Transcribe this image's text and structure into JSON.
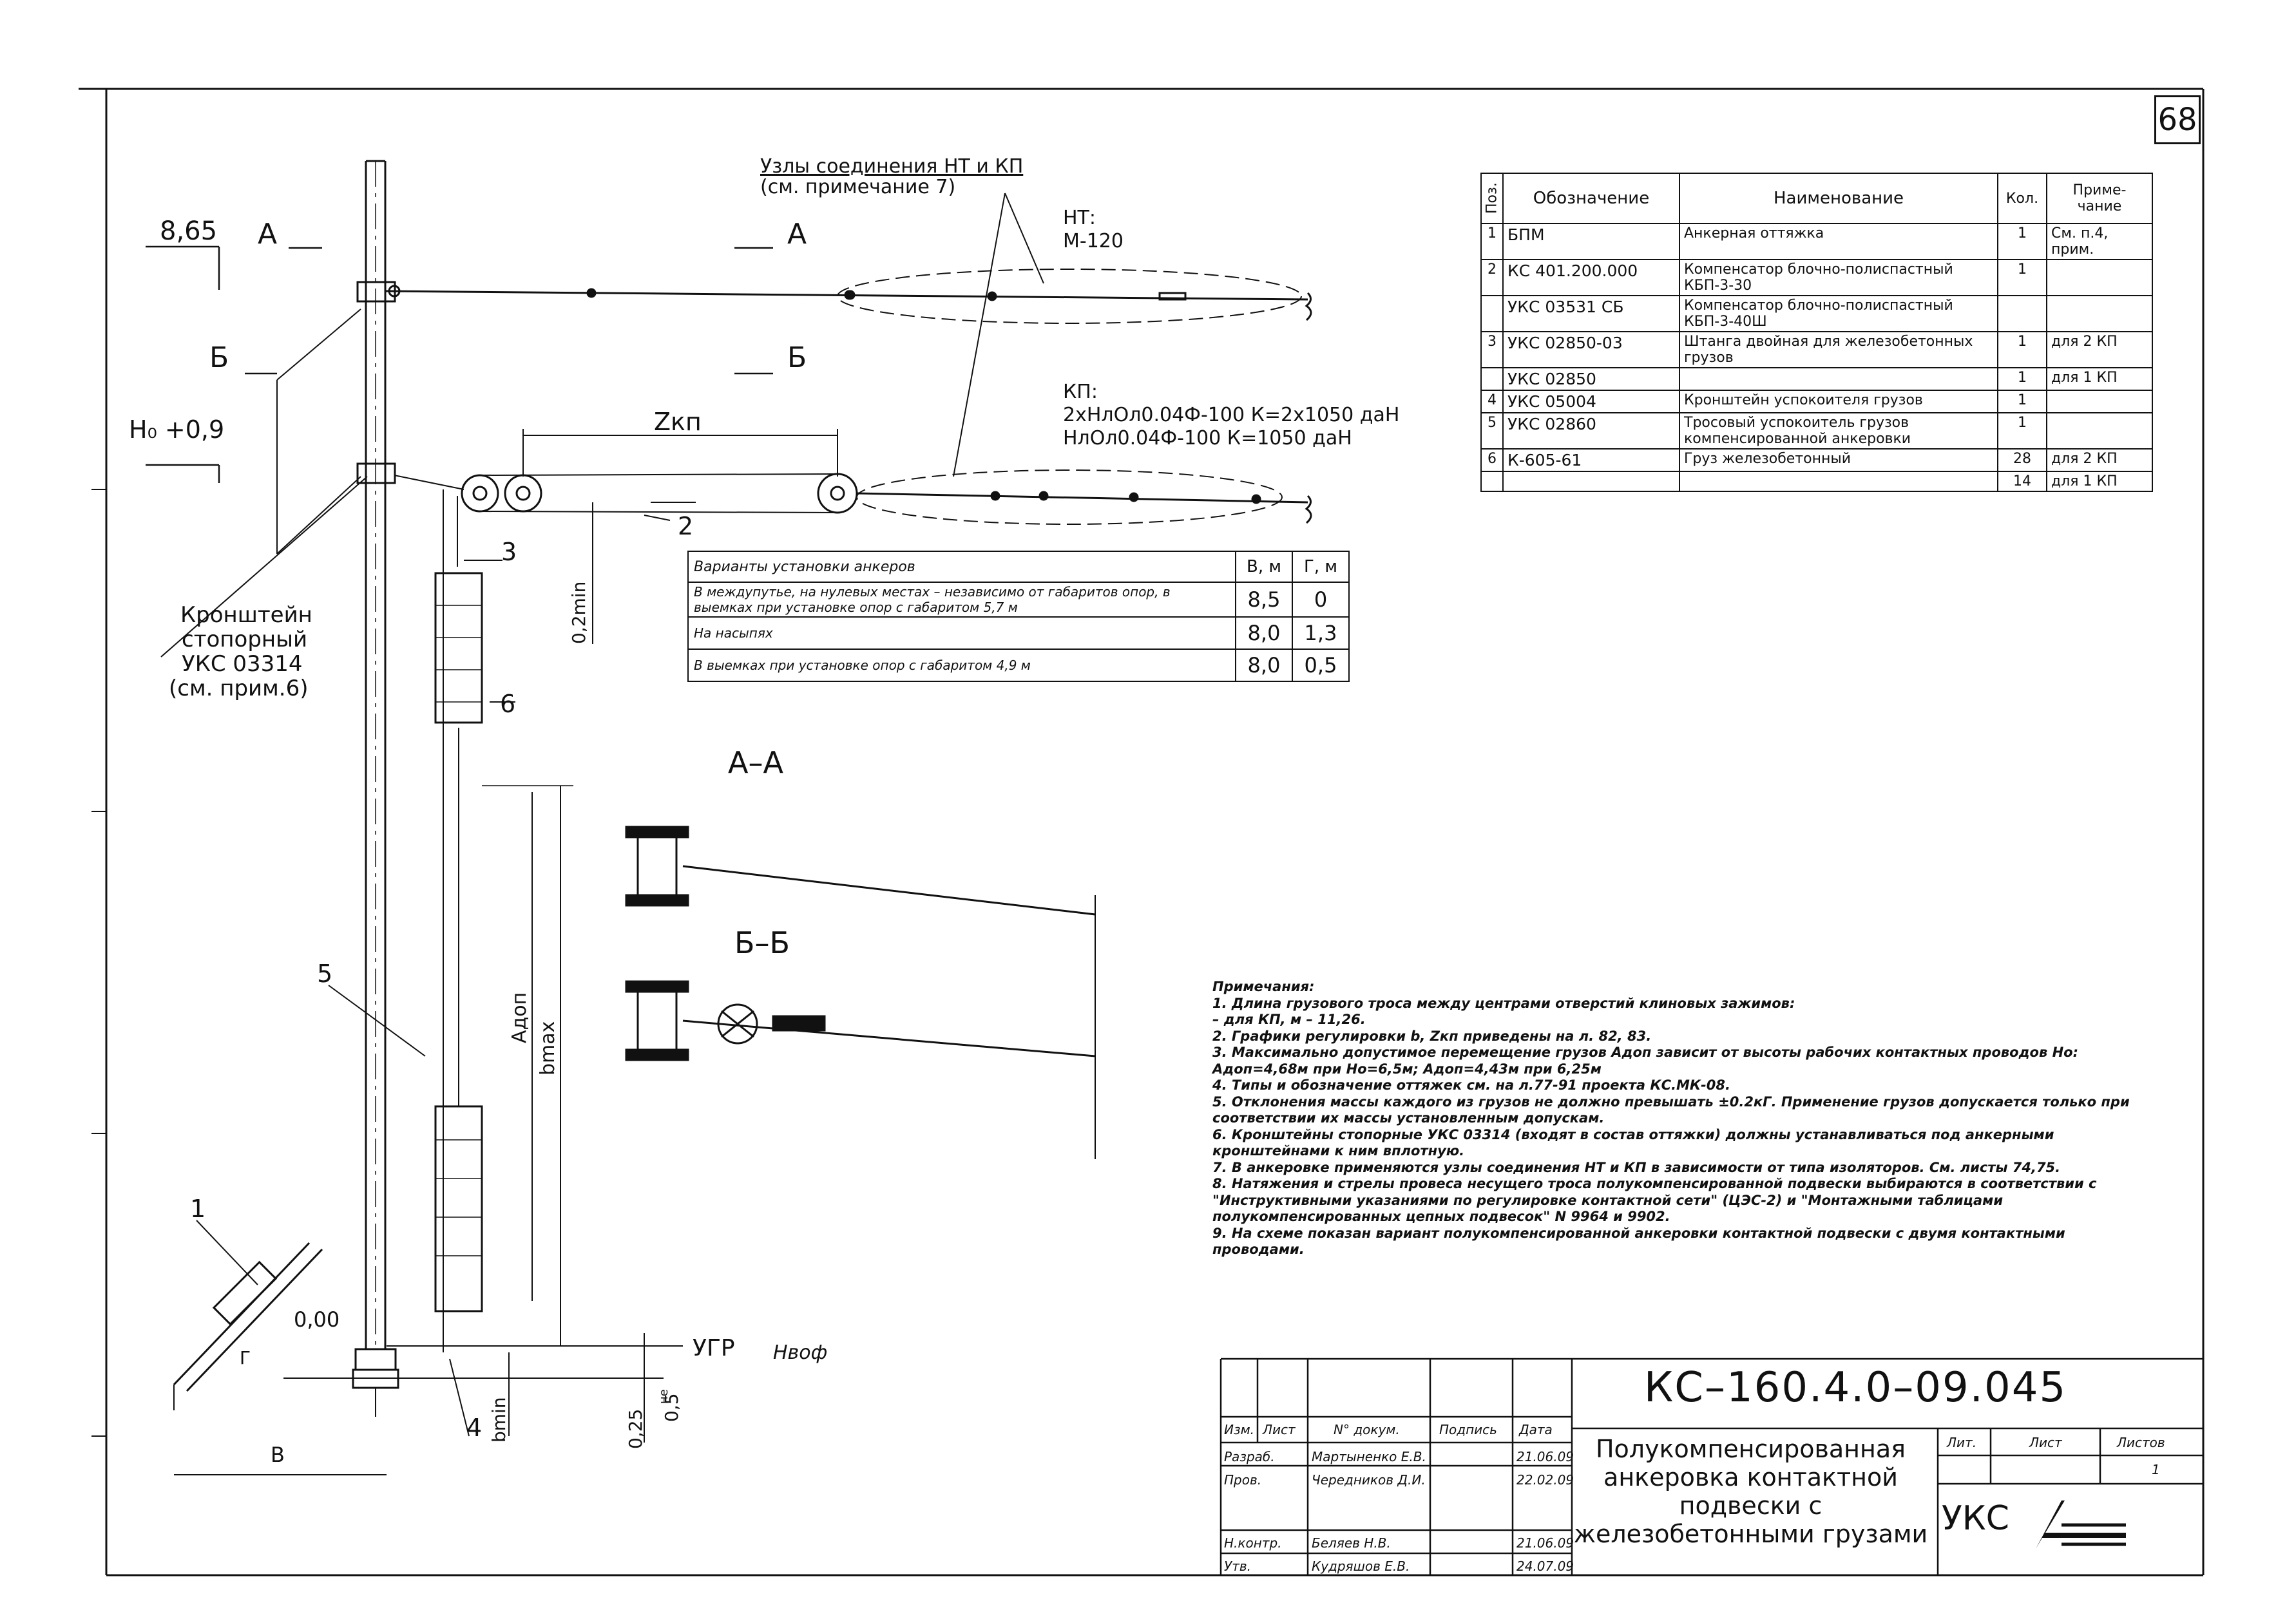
{
  "sheet_number": "68",
  "labels": {
    "ht_nodes_1": "Узлы соединения НТ и КП",
    "ht_nodes_2": "(см. примечание 7)",
    "ht_title": "НТ:",
    "ht_wire": "М-120",
    "kp_title": "КП:",
    "kp_wire_1": "2хНлОл0.04Ф-100  К=2х1050  даН",
    "kp_wire_2": "НлОл0.04Ф-100     К=1050    даН",
    "level_865": "8,65",
    "level_h0": "Н₀ +0,9",
    "level_000": "0,00",
    "ugr": "УГР",
    "hvof": "Нвоф",
    "sec_a_left": "А",
    "sec_a_right": "А",
    "sec_b_left": "Б",
    "sec_b_right": "Б",
    "zkp": "Zкп",
    "min02": "0,2min",
    "adop": "Адоп",
    "bmax": "bmax",
    "bmin": "bmin",
    "dim_b": "В",
    "dim_g": "Г",
    "dim_025": "0,25",
    "dim_05": "0,5",
    "dim_ne": "не",
    "view_aa": "А–А",
    "view_bb": "Б–Б",
    "bracket_1": "Кронштейн",
    "bracket_2": "стопорный",
    "bracket_3": "УКС 03314",
    "bracket_4": "(см. прим.6)",
    "pos1": "1",
    "pos2": "2",
    "pos3": "3",
    "pos4": "4",
    "pos5": "5",
    "pos6": "6"
  },
  "spec_table": {
    "headers": {
      "pos": "Поз.",
      "code": "Обозначение",
      "name": "Наименование",
      "qty": "Кол.",
      "note": "Приме-\nчание"
    },
    "rows": [
      {
        "pos": "1",
        "code": "БПМ",
        "name": "Анкерная оттяжка",
        "qty": "1",
        "note": "См. п.4, прим."
      },
      {
        "pos": "2",
        "code": "КС 401.200.000",
        "name": "Компенсатор блочно-полиспастный КБП-3-30",
        "qty": "1",
        "note": ""
      },
      {
        "pos": "",
        "code": "УКС 03531 СБ",
        "name": "Компенсатор блочно-полиспастный КБП-3-40Ш",
        "qty": "",
        "note": ""
      },
      {
        "pos": "3",
        "code": "УКС 02850-03",
        "name": "Штанга двойная для железобетонных грузов",
        "qty": "1",
        "note": "для 2 КП"
      },
      {
        "pos": "",
        "code": "УКС 02850",
        "name": "",
        "qty": "1",
        "note": "для 1 КП"
      },
      {
        "pos": "4",
        "code": "УКС 05004",
        "name": "Кронштейн успокоителя грузов",
        "qty": "1",
        "note": ""
      },
      {
        "pos": "5",
        "code": "УКС 02860",
        "name": "Тросовый успокоитель грузов компенсированной анкеровки",
        "qty": "1",
        "note": ""
      },
      {
        "pos": "6",
        "code": "К-605-61",
        "name": "Груз железобетонный",
        "qty": "28",
        "note": "для 2 КП"
      },
      {
        "pos": "",
        "code": "",
        "name": "",
        "qty": "14",
        "note": "для 1 КП"
      }
    ]
  },
  "variants_table": {
    "header": "Варианты установки анкеров",
    "col_v": "В, м",
    "col_g": "Г, м",
    "rows": [
      {
        "text": "В междупутье, на нулевых местах – независимо от габаритов опор, в выемках при установке опор с габаритом 5,7 м",
        "v": "8,5",
        "g": "0"
      },
      {
        "text": "На насыпях",
        "v": "8,0",
        "g": "1,3"
      },
      {
        "text": "В выемках при установке опор с габаритом 4,9 м",
        "v": "8,0",
        "g": "0,5"
      }
    ]
  },
  "notes": {
    "title": "Примечания:",
    "items": [
      "1. Длина грузового троса между центрами отверстий клиновых зажимов:",
      "   – для КП, м – 11,26.",
      "2. Графики регулировки b, Zкп приведены на л. 82, 83.",
      "3. Максимально допустимое перемещение грузов Адоп зависит от высоты рабочих контактных проводов Но: Адоп=4,68м при Но=6,5м; Адоп=4,43м при 6,25м",
      "4. Типы и обозначение оттяжек см. на л.77-91 проекта КС.МК-08.",
      "5. Отклонения массы каждого из грузов не должно превышать ±0.2кГ. Применение грузов допускается только при соответствии их массы установленным допускам.",
      "6. Кронштейны стопорные УКС 03314 (входят в состав оттяжки) должны устанавливаться под анкерными кронштейнами к ним вплотную.",
      "7. В анкеровке применяются узлы соединения НТ и КП в зависимости от типа изоляторов. См. листы 74,75.",
      "8. Натяжения и стрелы провеса несущего троса полукомпенсированной подвески выбираются в соответствии с \"Инструктивными указаниями по регулировке контактной сети\" (ЦЭС-2) и \"Монтажными таблицами полукомпенсированных цепных подвесок\" N 9964 и 9902.",
      "9. На схеме показан вариант полукомпенсированной анкеровки контактной подвески с двумя контактными проводами."
    ]
  },
  "title_block": {
    "code": "КС–160.4.0–09.045",
    "title": "Полукомпенсированная анкеровка контактной подвески с железобетонными грузами",
    "org": "УКС",
    "col_izm": "Изм.",
    "col_list": "Лист",
    "col_doc": "N° докум.",
    "col_sign": "Подпись",
    "col_date": "Дата",
    "lit": "Лит.",
    "list": "Лист",
    "listov": "Листов",
    "listov_val": "1",
    "roles": [
      {
        "role": "Разраб.",
        "name": "Мартыненко Е.В.",
        "date": "21.06.09"
      },
      {
        "role": "Пров.",
        "name": "Чередников Д.И.",
        "date": "22.02.09"
      },
      {
        "role": "Н.контр.",
        "name": "Беляев Н.В.",
        "date": "21.06.09"
      },
      {
        "role": "Утв.",
        "name": "Кудряшов Е.В.",
        "date": "24.07.09"
      }
    ]
  }
}
